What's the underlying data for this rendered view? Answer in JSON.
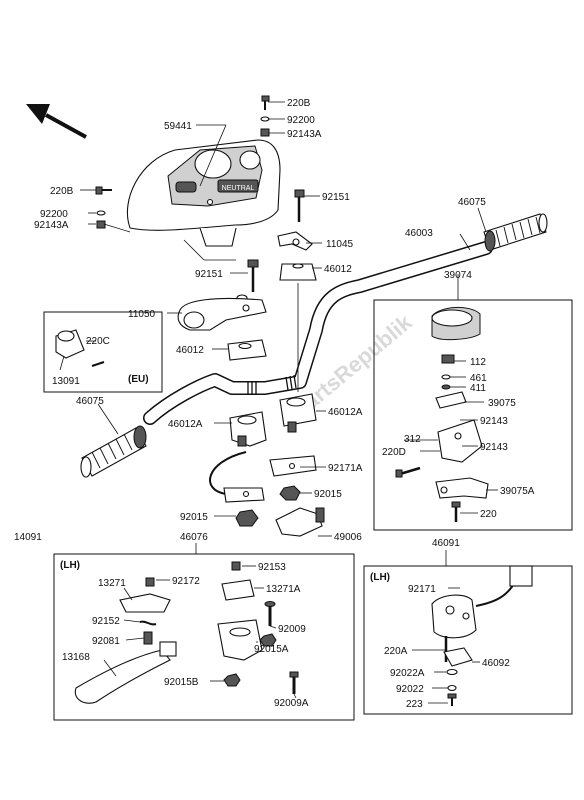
{
  "labels": {
    "p220B_top": "220B",
    "p92200_top": "92200",
    "p92143A_top": "92143A",
    "p59441": "59441",
    "p220B_left": "220B",
    "p92200_left": "92200",
    "p92143A_left": "92143A",
    "p92151_a": "92151",
    "p11045": "11045",
    "p46012_a": "46012",
    "p46003": "46003",
    "p46075_right": "46075",
    "p92151_b": "92151",
    "p39074": "39074",
    "p11050": "11050",
    "p46012_b": "46012",
    "p220C": "220C",
    "p13091": "13091",
    "p_eu": "(EU)",
    "p112": "112",
    "p461": "461",
    "p411": "411",
    "p39075": "39075",
    "p92143_a": "92143",
    "p312": "312",
    "p220D": "220D",
    "p92143_b": "92143",
    "p39075A": "39075A",
    "p220": "220",
    "p46075_left": "46075",
    "p46012A_left": "46012A",
    "p46012A_right": "46012A",
    "p92171A": "92171A",
    "p92015_a": "92015",
    "p92015_b": "92015",
    "p49006": "49006",
    "p14091": "14091",
    "p46076": "46076",
    "p46091": "46091",
    "lh_left": "(LH)",
    "p92153": "92153",
    "p13271": "13271",
    "p92172": "92172",
    "p13271A": "13271A",
    "p92152": "92152",
    "p92009": "92009",
    "p92081": "92081",
    "p92015A": "92015A",
    "p13168": "13168",
    "p92015B": "92015B",
    "p92009A": "92009A",
    "lh_right": "(LH)",
    "p92171": "92171",
    "p220A": "220A",
    "p46092": "46092",
    "p92022A": "92022A",
    "p92022": "92022",
    "p223": "223"
  },
  "cluster_text": "NEUTRAL",
  "watermark": "PartsRepublik"
}
